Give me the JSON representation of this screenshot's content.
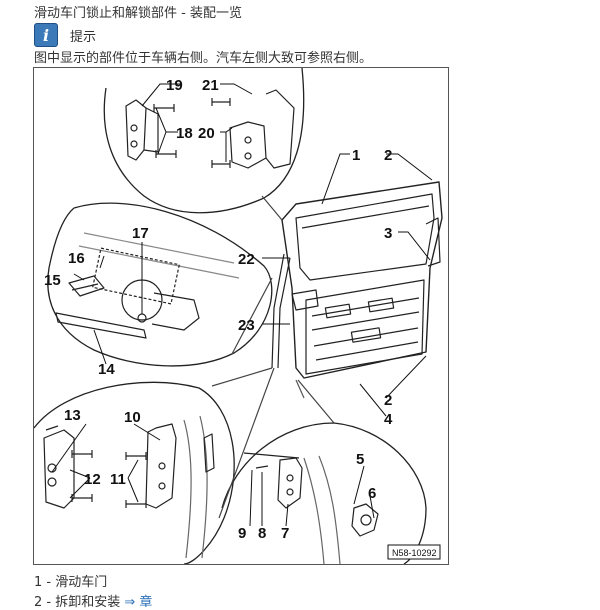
{
  "page": {
    "title": "滑动车门锁止和解锁部件 - 装配一览",
    "hint_label": "提示",
    "note": "图中显示的部件位于车辆右侧。汽车左侧大致可参照右侧。"
  },
  "figure": {
    "code": "N58-10292",
    "labels": [
      "1",
      "2",
      "2",
      "3",
      "4",
      "5",
      "6",
      "7",
      "8",
      "9",
      "10",
      "11",
      "12",
      "13",
      "14",
      "15",
      "16",
      "17",
      "18",
      "19",
      "20",
      "21",
      "22",
      "23"
    ]
  },
  "legend": {
    "item1_num": "1 -",
    "item1_text": "滑动车门",
    "item2_num": "2 -",
    "item2_text": "拆卸和安装",
    "item2_link": "⇒ 章"
  }
}
